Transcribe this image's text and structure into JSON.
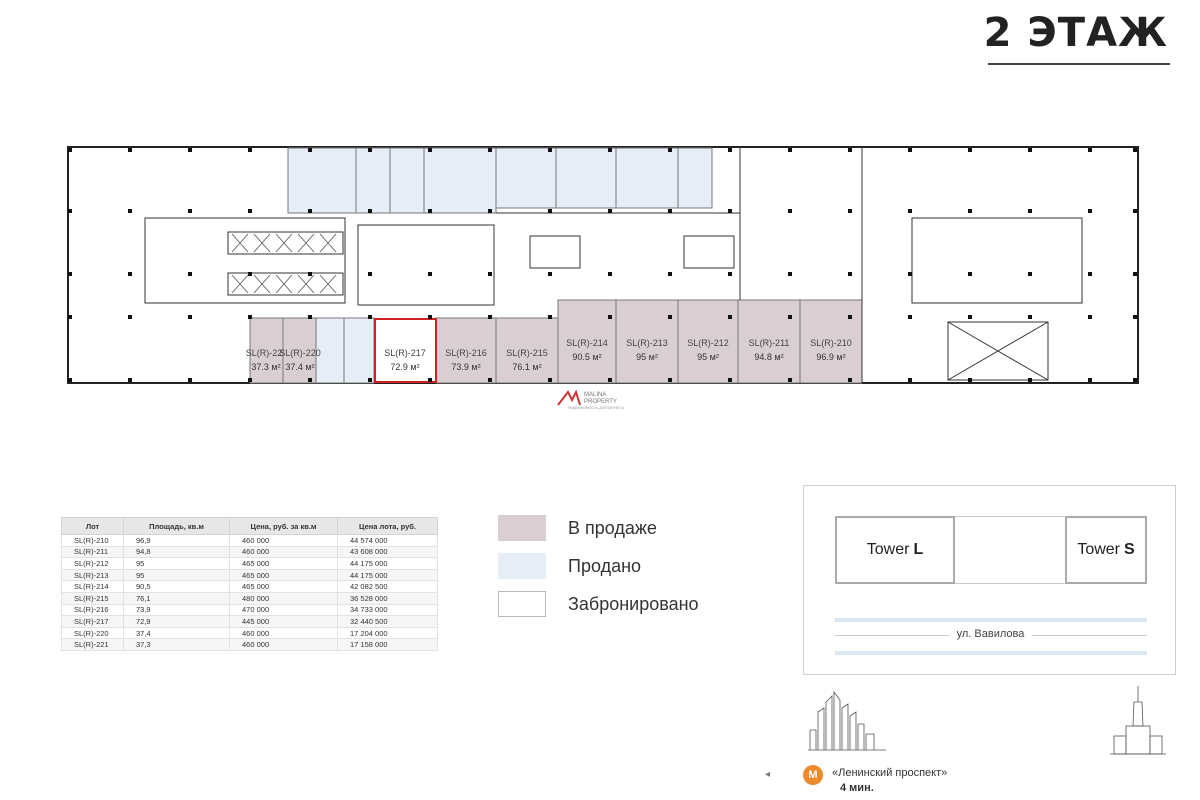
{
  "header": {
    "title": "2 ЭТАЖ"
  },
  "watermark": {
    "line1": "MALINA",
    "line2": "PROPERTY",
    "tagline": "НЕДВИЖИМОСТЬ ДЛЯ БИЗНЕСА"
  },
  "plan": {
    "lots": [
      {
        "id": "SL(R)-221",
        "label": "SL(R)-22",
        "area": "37.3 м²",
        "status": "sale"
      },
      {
        "id": "SL(R)-220",
        "label": "SL(R)-220",
        "area": "37.4 м²",
        "status": "sale"
      },
      {
        "id": "SL(R)-217",
        "label": "SL(R)-217",
        "area": "72.9 м²",
        "status": "reserved"
      },
      {
        "id": "SL(R)-216",
        "label": "SL(R)-216",
        "area": "73.9 м²",
        "status": "sale"
      },
      {
        "id": "SL(R)-215",
        "label": "SL(R)-215",
        "area": "76.1 м²",
        "status": "sale"
      },
      {
        "id": "SL(R)-214",
        "label": "SL(R)-214",
        "area": "90.5 м²",
        "status": "sale"
      },
      {
        "id": "SL(R)-213",
        "label": "SL(R)-213",
        "area": "95 м²",
        "status": "sale"
      },
      {
        "id": "SL(R)-212",
        "label": "SL(R)-212",
        "area": "95 м²",
        "status": "sale"
      },
      {
        "id": "SL(R)-211",
        "label": "SL(R)-211",
        "area": "94.8 м²",
        "status": "sale"
      },
      {
        "id": "SL(R)-210",
        "label": "SL(R)-210",
        "area": "96.9 м²",
        "status": "sale"
      }
    ]
  },
  "price_table": {
    "headers": [
      "Лот",
      "Площадь, кв.м",
      "Цена, руб. за кв.м",
      "Цена лота, руб."
    ],
    "rows": [
      [
        "SL(R)-210",
        "96,9",
        "460 000",
        "44 574 000"
      ],
      [
        "SL(R)-211",
        "94,8",
        "460 000",
        "43 608 000"
      ],
      [
        "SL(R)-212",
        "95",
        "465 000",
        "44 175 000"
      ],
      [
        "SL(R)-213",
        "95",
        "465 000",
        "44 175 000"
      ],
      [
        "SL(R)-214",
        "90,5",
        "465 000",
        "42 082 500"
      ],
      [
        "SL(R)-215",
        "76,1",
        "480 000",
        "36 528 000"
      ],
      [
        "SL(R)-216",
        "73,9",
        "470 000",
        "34 733 000"
      ],
      [
        "SL(R)-217",
        "72,9",
        "445 000",
        "32 440 500"
      ],
      [
        "SL(R)-220",
        "37,4",
        "460 000",
        "17 204 000"
      ],
      [
        "SL(R)-221",
        "37,3",
        "460 000",
        "17 158 000"
      ]
    ]
  },
  "legend": [
    {
      "label": "В продаже",
      "color": "#d9cfd2"
    },
    {
      "label": "Продано",
      "color": "#e6edf6"
    },
    {
      "label": "Забронировано",
      "color": "#ffffff"
    }
  ],
  "colors": {
    "sale": "#d9cfd2",
    "sold": "#e6edf6",
    "reserved_border": "#cc2222",
    "metro": "#ef8a2c"
  },
  "site": {
    "tower_l_prefix": "Tower",
    "tower_l_letter": "L",
    "tower_s_prefix": "Tower",
    "tower_s_letter": "S",
    "street": "ул. Вавилова"
  },
  "metro": {
    "icon": "М",
    "station": "«Ленинский проспект»",
    "time": "4 мин."
  }
}
